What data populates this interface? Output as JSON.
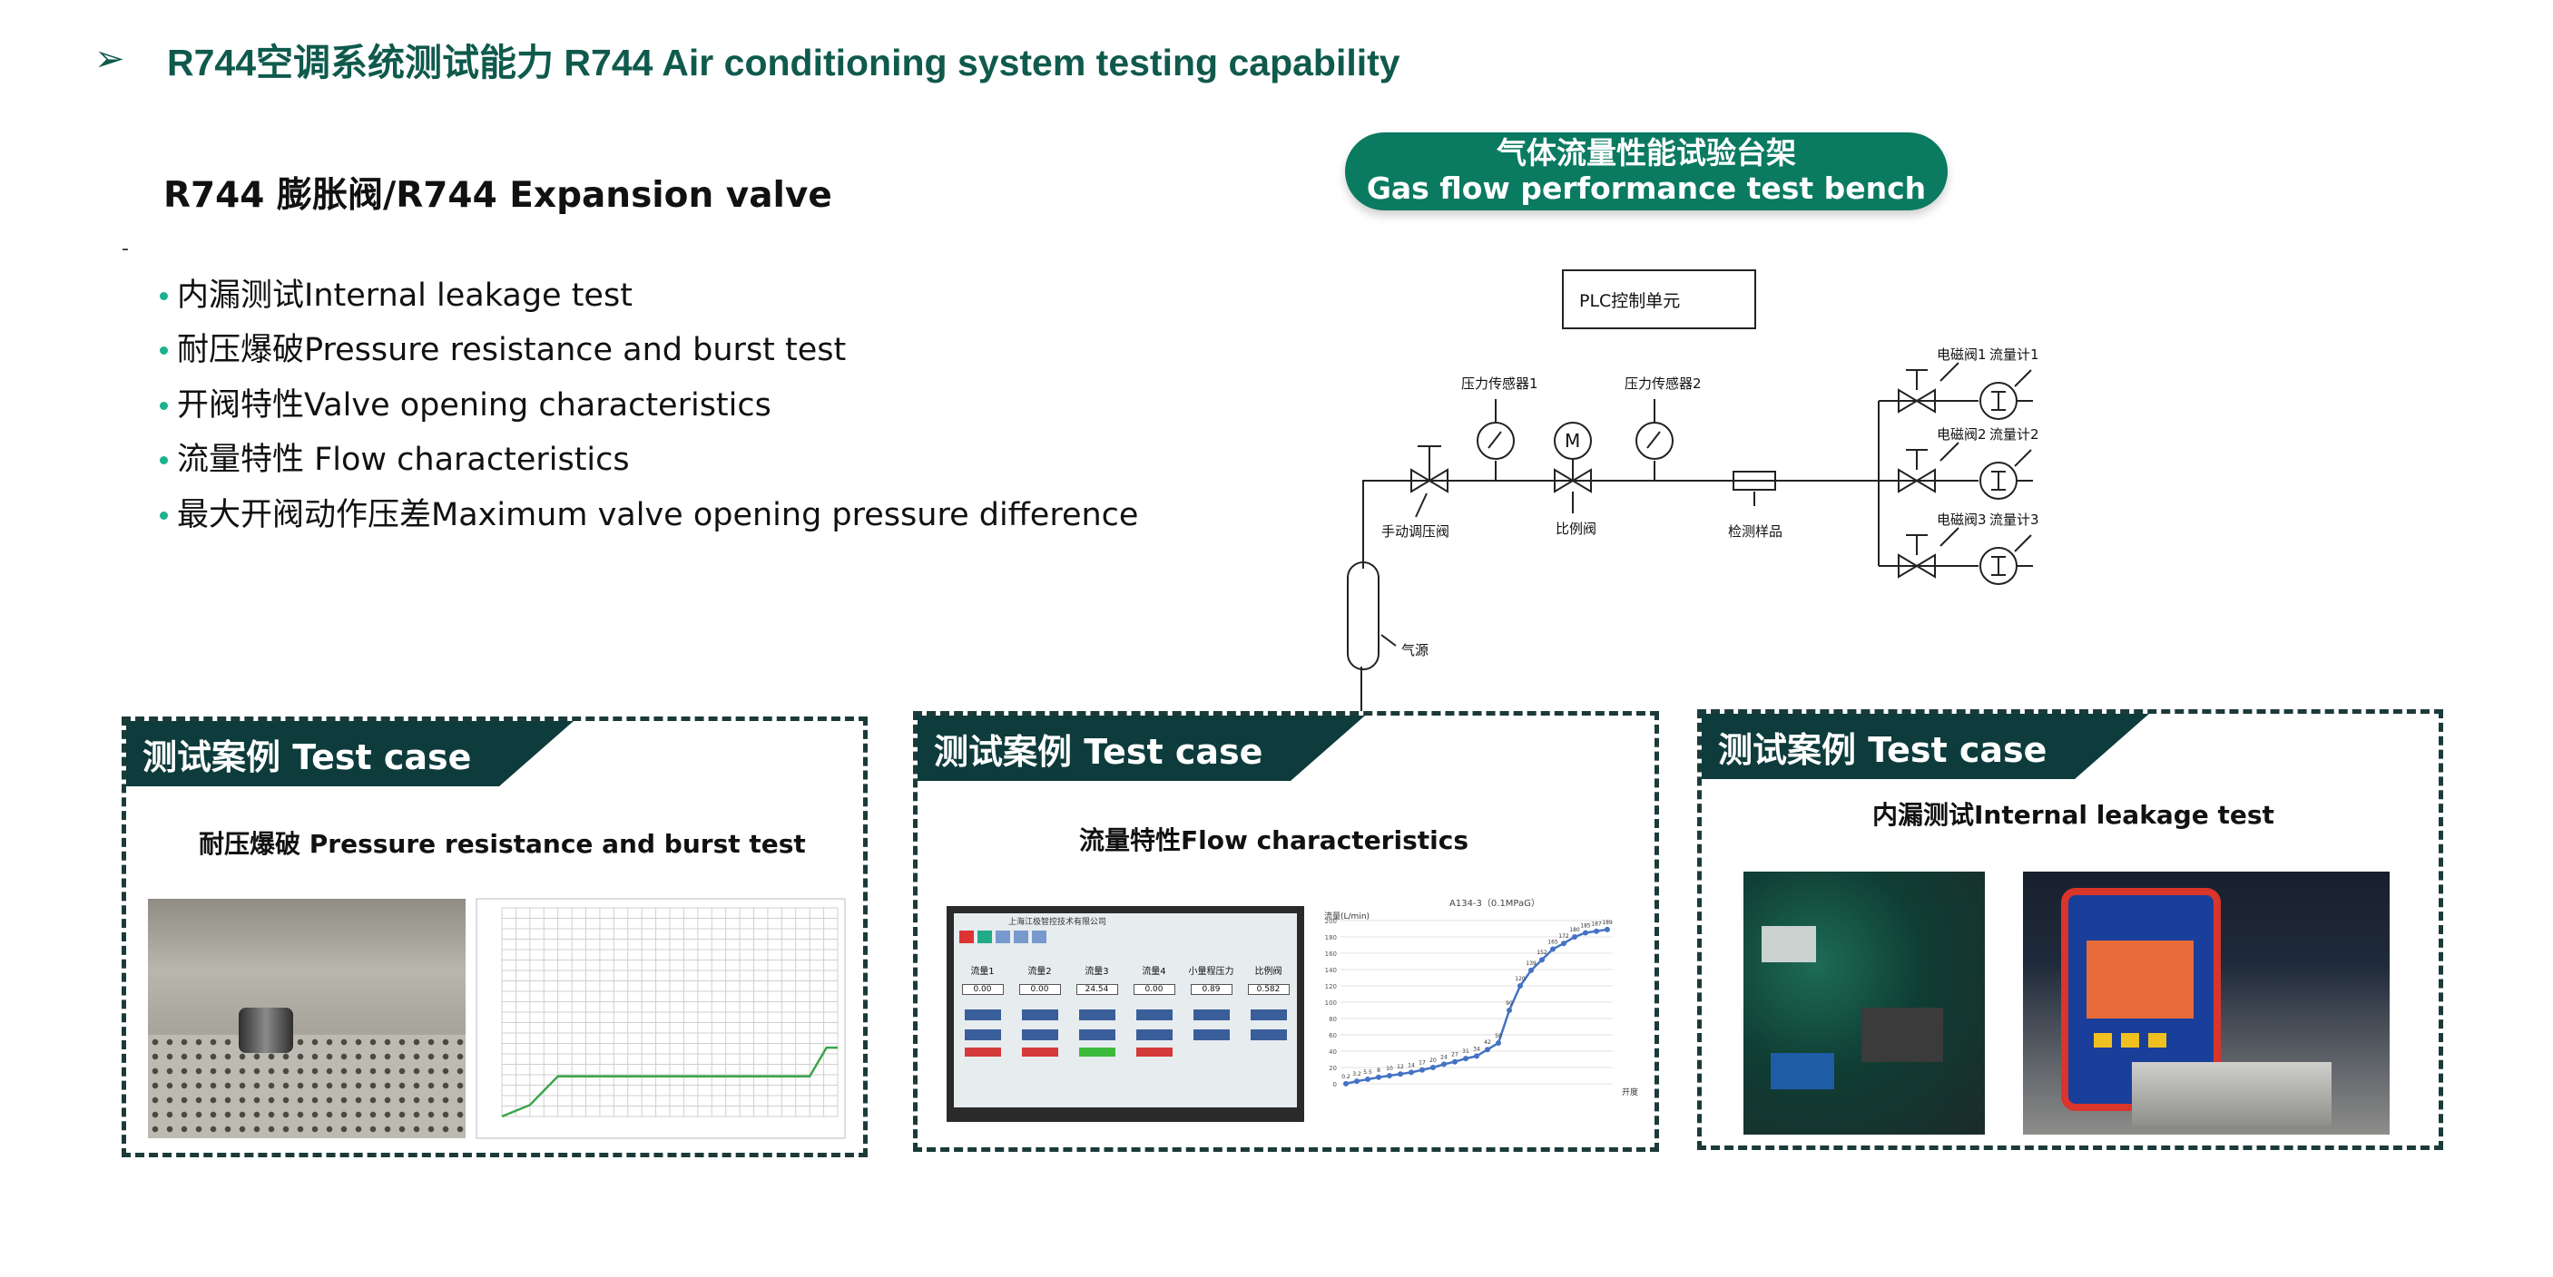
{
  "header": {
    "arrow": "➢",
    "title": "R744空调系统测试能力 R744 Air conditioning system testing capability"
  },
  "subtitle": "R744 膨胀阀/R744 Expansion valve",
  "dash": "-",
  "tests": [
    "内漏测试Internal leakage test",
    "耐压爆破Pressure resistance and burst test",
    "开阀特性Valve opening characteristics",
    "流量特性 Flow characteristics",
    "最大开阀动作压差Maximum valve opening pressure difference"
  ],
  "bench": {
    "title_cn": "气体流量性能试验台架",
    "title_en": "Gas flow performance test bench"
  },
  "diagram": {
    "plc": "PLC控制单元",
    "pressure_sensor_1": "压力传感器1",
    "pressure_sensor_2": "压力传感器2",
    "manual_valve": "手动调压阀",
    "proportional_valve": "比例阀",
    "motor": "M",
    "sample": "检测样品",
    "gas_source": "气源",
    "solenoid_1": "电磁阀1",
    "solenoid_2": "电磁阀2",
    "solenoid_3": "电磁阀3",
    "flowmeter_1": "流量计1",
    "flowmeter_2": "流量计2",
    "flowmeter_3": "流量计3"
  },
  "panels": [
    {
      "banner": "测试案例 Test case",
      "title": "耐压爆破 Pressure resistance and burst test"
    },
    {
      "banner": "测试案例 Test case",
      "title": "流量特性Flow characteristics"
    },
    {
      "banner": "测试案例 Test case",
      "title": "内漏测试Internal leakage test"
    }
  ],
  "hmi": {
    "window_title": "上海江极智控技术有限公司",
    "cols": [
      "流量1",
      "流量2",
      "流量3",
      "流量4",
      "小量程压力",
      "比例阀"
    ],
    "values": [
      "0.00",
      "0.00",
      "24.54",
      "0.00",
      "0.89",
      "0.582"
    ]
  },
  "flow_chart": {
    "title": "A134-3（0.1MPaG）",
    "ylabel": "流量(L/min)",
    "xlabel": "开度",
    "colors": {
      "line": "#4472c4"
    },
    "chart_data": {
      "type": "line",
      "title": "A134-3（0.1MPaG）",
      "ylabel": "流量(L/min)",
      "xlabel": "开度",
      "ylim": [
        0,
        200
      ],
      "x": [
        1,
        2,
        3,
        4,
        5,
        6,
        7,
        8,
        9,
        10,
        11,
        12,
        13,
        14,
        15,
        16,
        17,
        18,
        19,
        20,
        21,
        22,
        23,
        24,
        25
      ],
      "values": [
        0.2,
        3.2,
        5.5,
        8,
        10,
        12,
        14,
        17,
        20,
        24,
        27,
        31,
        34,
        42,
        50,
        90,
        120,
        139,
        152,
        165,
        172,
        180,
        185,
        187,
        189
      ],
      "yticks": [
        0,
        20,
        40,
        60,
        80,
        100,
        120,
        140,
        160,
        180,
        200
      ]
    }
  },
  "burst_chart": {
    "colors": {
      "line": "#3aa64a"
    },
    "chart_data": {
      "type": "line",
      "ylim": [
        0,
        2.0
      ],
      "x": [
        0,
        5,
        10,
        20,
        30,
        40,
        50,
        55,
        58,
        60
      ],
      "values": [
        0,
        0.1,
        0.35,
        0.35,
        0.35,
        0.35,
        0.35,
        0.35,
        0.6,
        0.6
      ]
    }
  }
}
